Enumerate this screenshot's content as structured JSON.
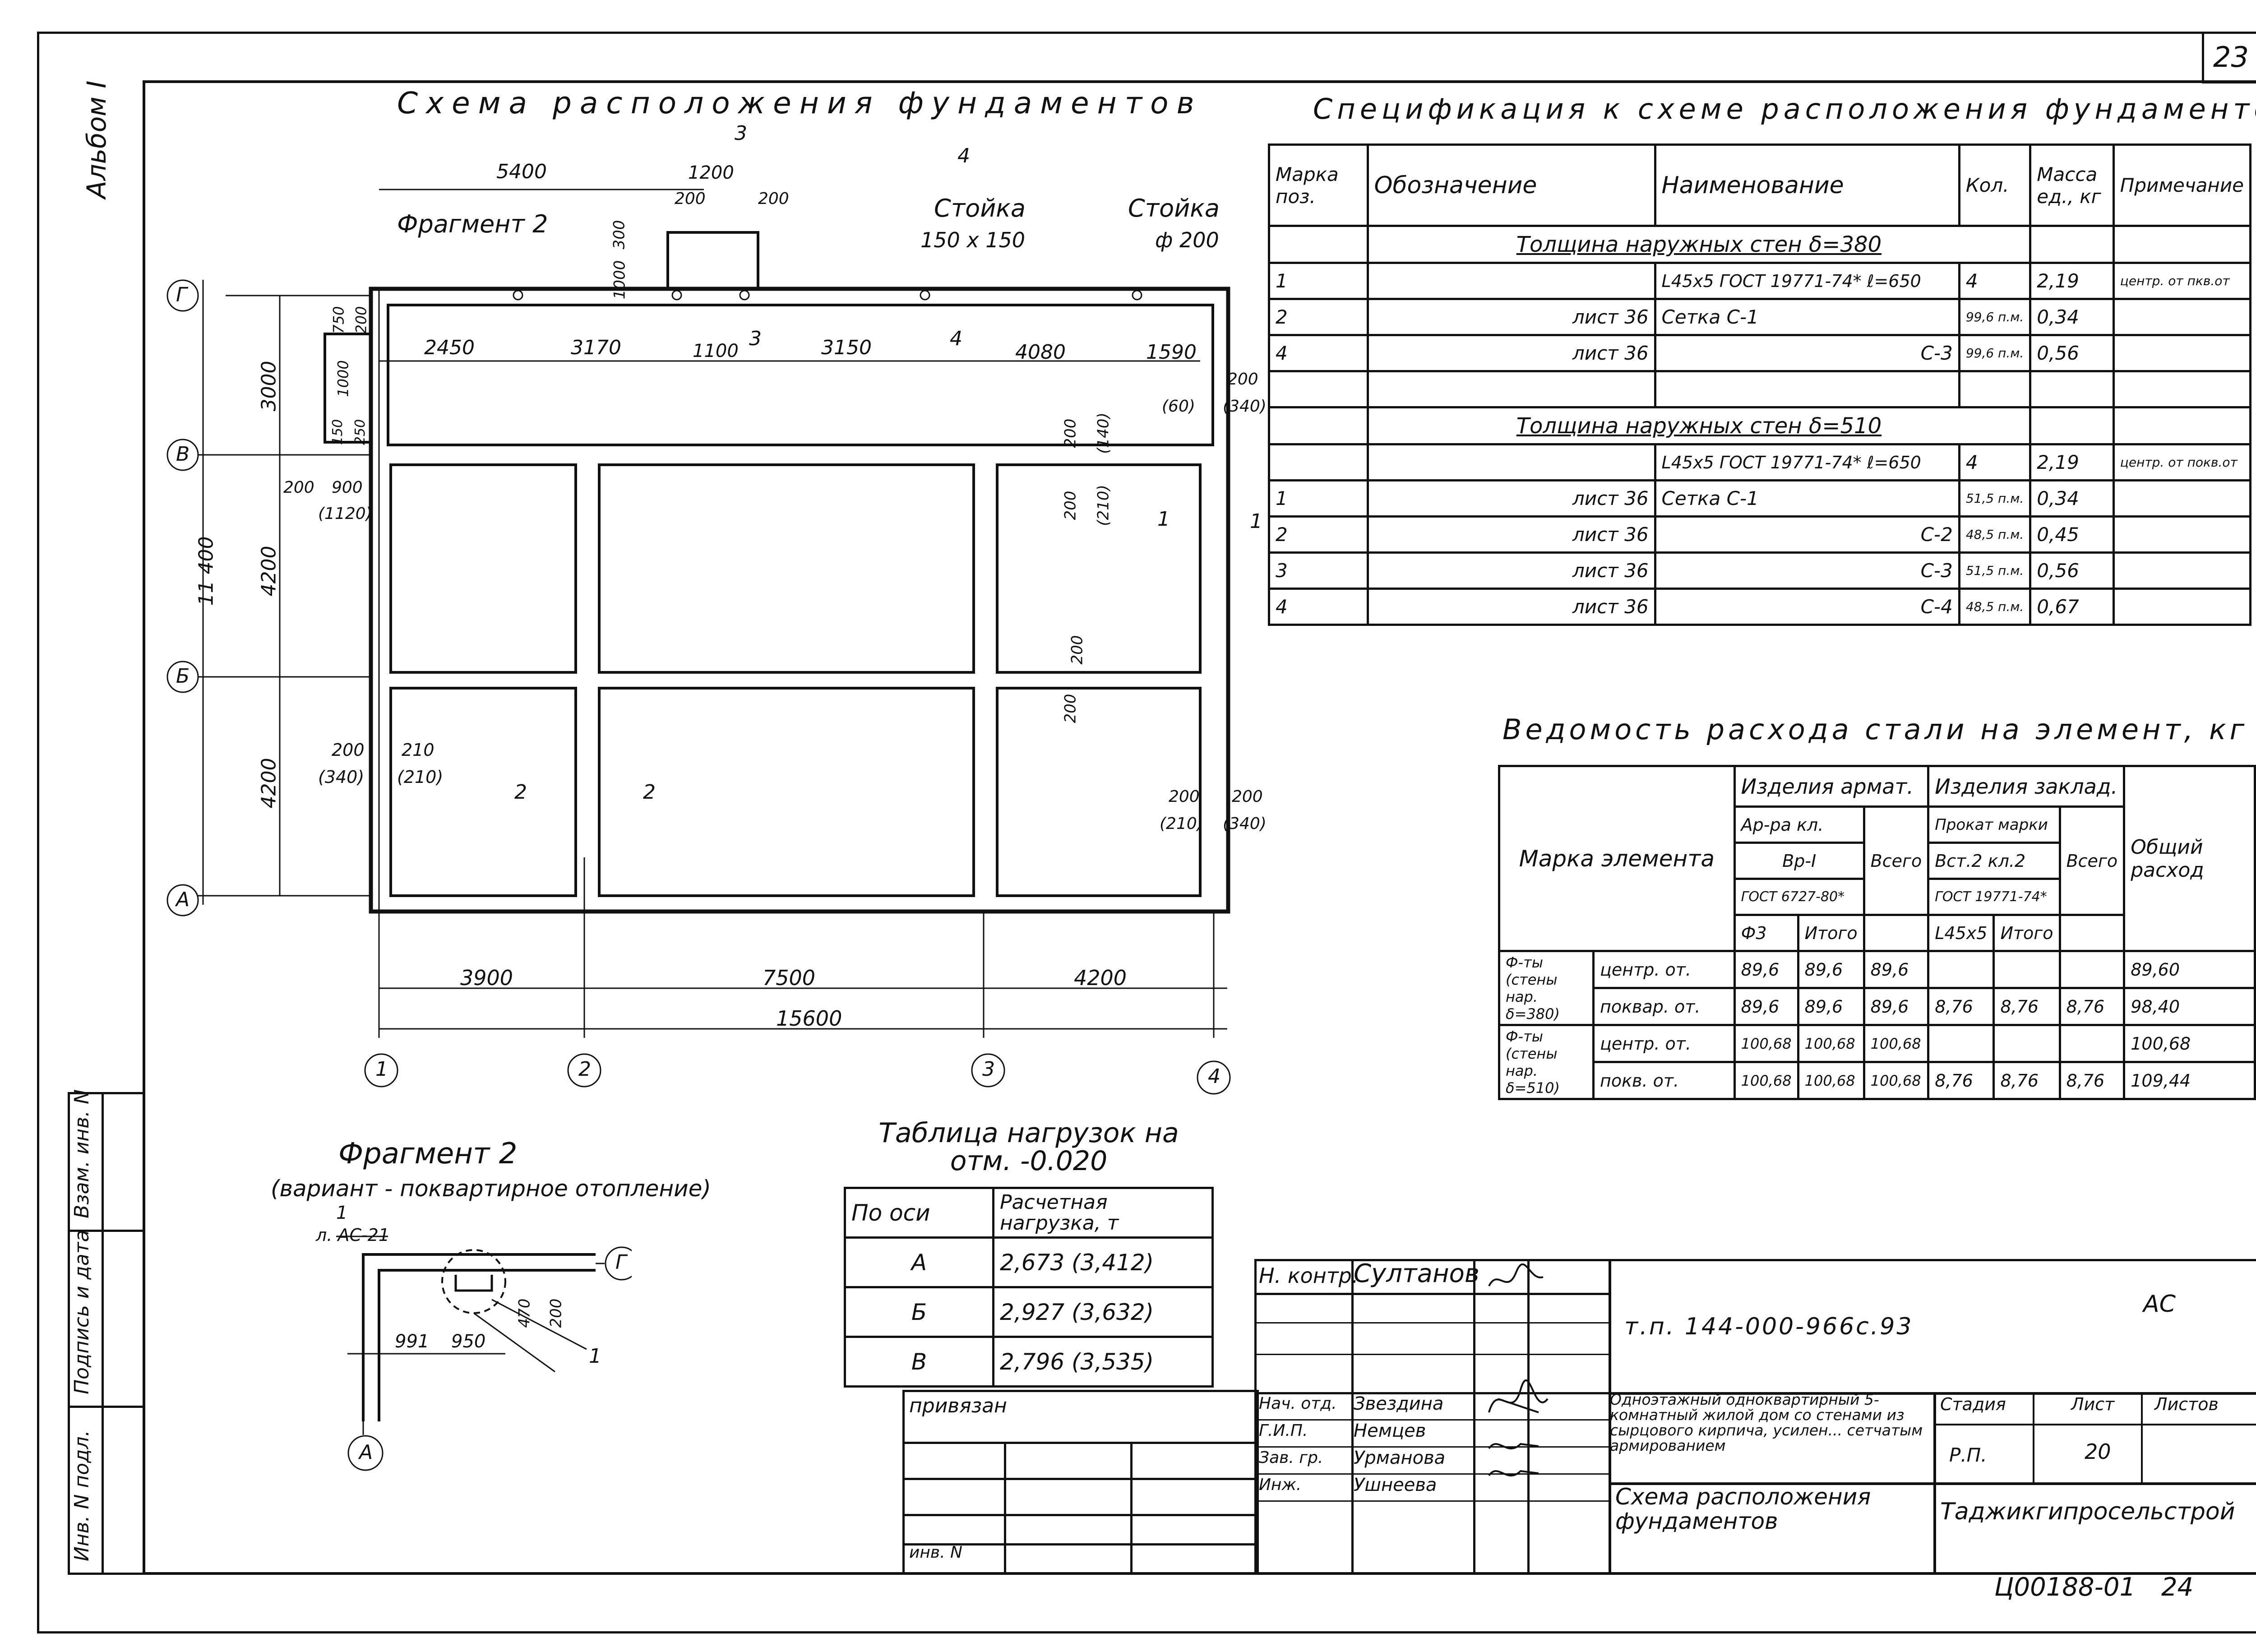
{
  "page_number": "23",
  "album": "Альбом I",
  "plan": {
    "title": "Схема расположения фундаментов",
    "fragment_label": "Фрагмент 2",
    "stand1_label": "Стойка",
    "stand1_size": "150 x 150",
    "stand2_label": "Стойка",
    "stand2_size": "ф 200",
    "section_marks": [
      "3",
      "4",
      "3",
      "4",
      "1",
      "1",
      "2",
      "2"
    ],
    "axes_v": [
      "1",
      "2",
      "3",
      "4"
    ],
    "axes_h": [
      "Г",
      "В",
      "Б",
      "А"
    ],
    "dims_top": [
      "5400",
      "1200",
      "200",
      "200",
      "300",
      "1000",
      "750",
      "200",
      "1000",
      "150",
      "250"
    ],
    "dims_inner": [
      "2450",
      "3170",
      "1100",
      "3150",
      "4080",
      "1590"
    ],
    "dims_bottom": [
      "3900",
      "7500",
      "4200",
      "15600"
    ],
    "dims_left": [
      "3000",
      "4200",
      "4200",
      "11 400"
    ],
    "dims_left_small": [
      "200",
      "900",
      "(1120)",
      "200",
      "(340)",
      "210",
      "(210)"
    ],
    "dims_right": [
      "200",
      "(60)",
      "(340)",
      "200",
      "(140)",
      "200",
      "(210)",
      "200",
      "200",
      "200",
      "(210)",
      "200",
      "(340)"
    ]
  },
  "spec": {
    "title": "Спецификация к схеме расположения фундаментов",
    "headers": [
      "Марка поз.",
      "Обозначение",
      "Наименование",
      "Кол.",
      "Масса ед., кг",
      "Примечание"
    ],
    "section1": "Толщина наружных стен δ=380",
    "section2": "Толщина наружных стен δ=510",
    "rows1": [
      [
        "1",
        "",
        "L45x5 ГОСТ 19771-74* ℓ=650",
        "4",
        "2,19",
        "центр. от пкв.от"
      ],
      [
        "2",
        "лист 36",
        "Сетка С-1",
        "99,6 п.м.",
        "0,34",
        ""
      ],
      [
        "4",
        "лист 36",
        "С-3",
        "99,6 п.м.",
        "0,56",
        ""
      ]
    ],
    "rows2": [
      [
        "",
        "",
        "L45x5 ГОСТ 19771-74* ℓ=650",
        "4",
        "2,19",
        "центр. от покв.от"
      ],
      [
        "1",
        "лист 36",
        "Сетка С-1",
        "51,5 п.м.",
        "0,34",
        ""
      ],
      [
        "2",
        "лист 36",
        "С-2",
        "48,5 п.м.",
        "0,45",
        ""
      ],
      [
        "3",
        "лист 36",
        "С-3",
        "51,5 п.м.",
        "0,56",
        ""
      ],
      [
        "4",
        "лист 36",
        "С-4",
        "48,5 п.м.",
        "0,67",
        ""
      ]
    ]
  },
  "steel": {
    "title": "Ведомость расхода стали на элемент, кг",
    "h_mark": "Марка элемента",
    "h_arm": "Изделия армат.",
    "h_zakl": "Изделия заклад.",
    "h_arm_kl": "Ар-ра кл.",
    "h_arm_bp": "Вр-I",
    "h_arm_gost": "ГОСТ 6727-80*",
    "h_total": "Всего",
    "h_prokat": "Прокат марки",
    "h_vst": "Вст.2 кл.2",
    "h_prokat_gost": "ГОСТ 19771-74*",
    "h_general": "Общий расход",
    "h_f3": "Ф3",
    "h_itogo": "Итого",
    "h_l45": "L45x5",
    "h_itogo2": "Итого",
    "group1": "Ф-ты (стены нар. δ=380)",
    "group2": "Ф-ты (стены нар. δ=510)",
    "rows": [
      [
        "центр. от.",
        "89,6",
        "89,6",
        "89,6",
        "",
        "",
        "",
        "89,60"
      ],
      [
        "поквар. от.",
        "89,6",
        "89,6",
        "89,6",
        "8,76",
        "8,76",
        "8,76",
        "98,40"
      ],
      [
        "центр. от.",
        "100,68",
        "100,68",
        "100,68",
        "",
        "",
        "",
        "100,68"
      ],
      [
        "покв. от.",
        "100,68",
        "100,68",
        "100,68",
        "8,76",
        "8,76",
        "8,76",
        "109,44"
      ]
    ]
  },
  "fragment": {
    "title": "Фрагмент 2",
    "subtitle": "(вариант - поквартирное отопление)",
    "ref": "л. АС-21",
    "mark": "1",
    "mark2": "1",
    "dims": [
      "991",
      "950",
      "470",
      "200"
    ],
    "axis_g": "Г",
    "axis_a": "А"
  },
  "loads": {
    "title": "Таблица нагрузок на отм. -0.020",
    "headers": [
      "По оси",
      "Расчетная нагрузка, т"
    ],
    "rows": [
      [
        "А",
        "2,673 (3,412)"
      ],
      [
        "Б",
        "2,927 (3,632)"
      ],
      [
        "В",
        "2,796 (3,535)"
      ]
    ]
  },
  "stamp": {
    "privyazan": "привязан",
    "inv": "инв. N",
    "n_kontr_role": "Н. контр.",
    "n_kontr_name": "Султанов",
    "doc_code": "т.п. 144-000-966с.93",
    "ac": "АС",
    "roles": [
      "Нач. отд.",
      "Г.И.П.",
      "Зав. гр.",
      "Инж."
    ],
    "names": [
      "Звездина",
      "Немцев",
      "Урманова",
      "Ушнеева"
    ],
    "description": "Одноэтажный одноквартирный 5-комнатный жилой дом со стенами из сырцового кирпича, усилен... сетчатым армированием",
    "stage_h": "Стадия",
    "sheet_h": "Лист",
    "sheets_h": "Листов",
    "stage": "Р.П.",
    "sheet": "20",
    "sheet_title": "Схема расположения фундаментов",
    "org": "Таджикгипросельстрой",
    "archive": "Ц00188-01",
    "archive_page": "24"
  },
  "side_stamp": [
    "Инв. N подл.",
    "Подпись и дата",
    "Взам. инв. N"
  ]
}
